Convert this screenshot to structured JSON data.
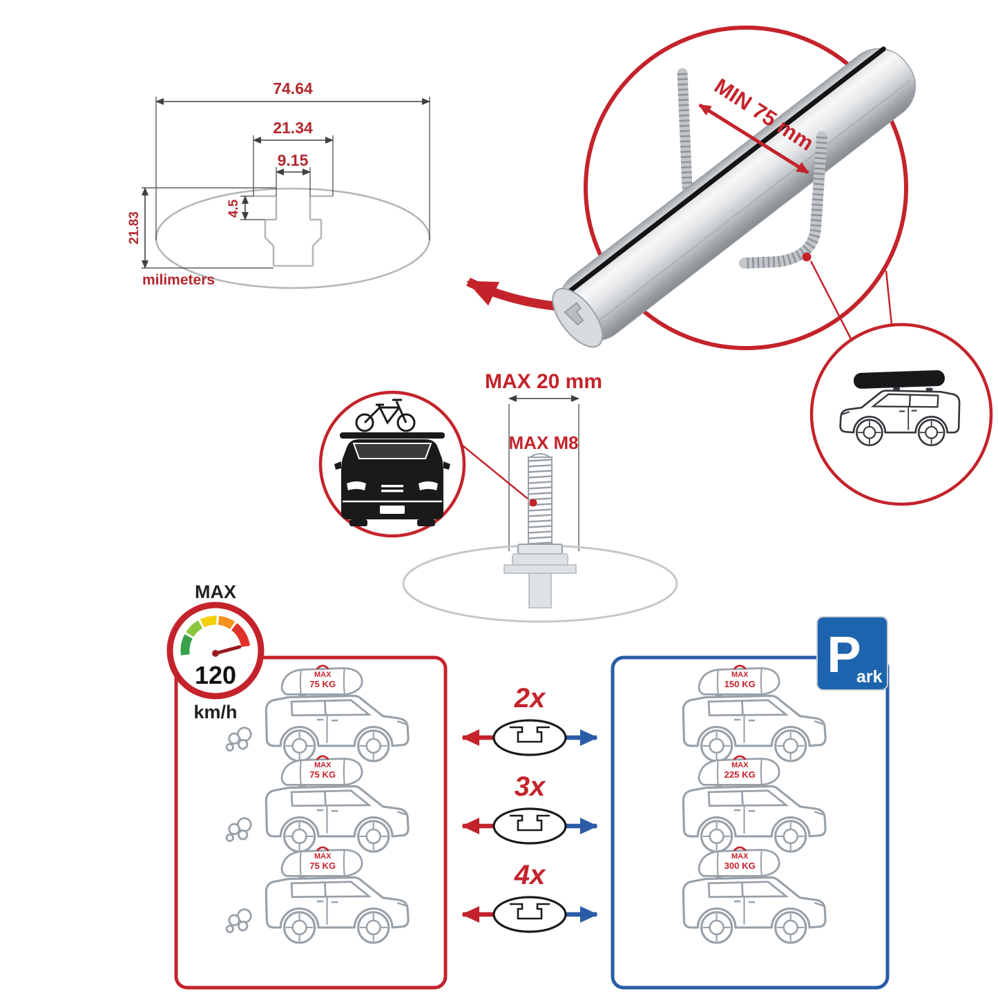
{
  "title": "Roof rack crossbar specification infographic",
  "colors": {
    "red": "#c4232b",
    "blue": "#2a5ca8",
    "gray": "#9aa0a6",
    "dark": "#231f20"
  },
  "profile_drawing": {
    "dim_outer_width": "74.64",
    "dim_mid_width": "21.34",
    "dim_slot_width": "9.15",
    "dim_step_depth": "4.5",
    "dim_height": "21.83",
    "unit_label": "milimeters"
  },
  "clamp_detail": {
    "min_gap_label": "MIN 75 mm"
  },
  "bolt_detail": {
    "max_length_label": "MAX 20 mm",
    "max_thread_label": "MAX M8"
  },
  "speed_limit": {
    "caption": "MAX",
    "value": "120",
    "unit": "km/h"
  },
  "quantity_options": [
    {
      "label": "2x"
    },
    {
      "label": "3x"
    },
    {
      "label": "4x"
    }
  ],
  "driving_panel": {
    "cars": [
      {
        "load_caption": "MAX",
        "load_value": "75 KG"
      },
      {
        "load_caption": "MAX",
        "load_value": "75 KG"
      },
      {
        "load_caption": "MAX",
        "load_value": "75 KG"
      }
    ]
  },
  "parking_panel": {
    "cars": [
      {
        "load_caption": "MAX",
        "load_value": "150 KG"
      },
      {
        "load_caption": "MAX",
        "load_value": "225 KG"
      },
      {
        "load_caption": "MAX",
        "load_value": "300 KG"
      }
    ],
    "sign_letter": "P",
    "sign_rest": "ark"
  }
}
